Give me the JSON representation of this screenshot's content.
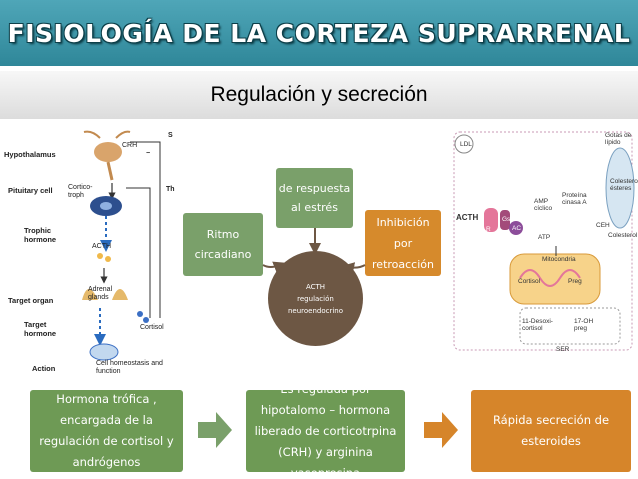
{
  "title": "FISIOLOGÍA DE LA CORTEZA SUPRARRENAL",
  "subtitle": "Regulación y secreción",
  "left_diagram": {
    "labels": [
      "Hypothalamus",
      "Pituitary cell",
      "Trophic hormone",
      "Target organ",
      "Target hormone",
      "Action"
    ],
    "crh": "CRH",
    "corticotroph": "Cortico-troph",
    "acth": "ACTH",
    "adrenal_glands": "Adrenal glands",
    "cortisol": "Cortisol",
    "cell_homeostasis": "Cell homeostasis and function",
    "s_label": "S",
    "minus": "−",
    "th_label": "Th"
  },
  "center": {
    "ritmo": "Ritmo circadiano",
    "respuesta": "de respuesta al estrés",
    "inhibicion": "Inhibición por retroacción",
    "circle_line1": "ACTH",
    "circle_line2": "regulación",
    "circle_line3": "neuroendocrino"
  },
  "right_diagram": {
    "ldl": "LDL",
    "gotas": "Gotas de lípido",
    "acth": "ACTH",
    "amp": "AMP cíclico",
    "proteina": "Proteína cinasa A",
    "colesterol_esteres": "Colesterol ésteres",
    "ceh": "CEH",
    "colesterol": "Colesterol",
    "atp": "ATP",
    "mitocondria": "Mitocondria",
    "cortisol": "Cortisol",
    "preg": "Preg",
    "desoxi": "11-Desoxi-cortisol",
    "oh_preg": "17-OH preg",
    "ser": "SER",
    "r": "R",
    "gs": "Gs",
    "ac": "AC"
  },
  "bottom": {
    "box1": "Hormona trófica , encargada de la regulación de cortisol y andrógenos",
    "box2": "Es regulada por hipotalomo – hormona liberado de corticotrpina (CRH) y arginina vasopresina",
    "box3": "Rápida secreción de esteroides"
  },
  "colors": {
    "title_bar": "#3a95a7",
    "green_box": "#6e9a55",
    "orange_box": "#d6852a",
    "circle": "#6d5744",
    "arrow": "#7aa06a"
  }
}
